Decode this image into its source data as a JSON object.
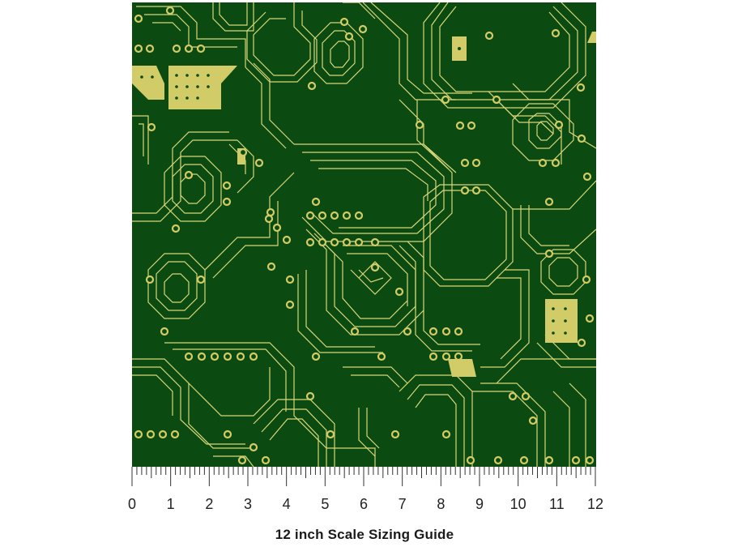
{
  "colors": {
    "board": "#0b4a10",
    "trace": "#d8d77a",
    "pad": "#d1cc68",
    "ruler": "#333333"
  },
  "pattern": {
    "icon": "circuit-board-pattern"
  },
  "ruler": {
    "labels": [
      "0",
      "1",
      "2",
      "3",
      "4",
      "5",
      "6",
      "7",
      "8",
      "9",
      "10",
      "11",
      "12"
    ]
  },
  "guide": {
    "title": "12 inch Scale Sizing Guide"
  }
}
